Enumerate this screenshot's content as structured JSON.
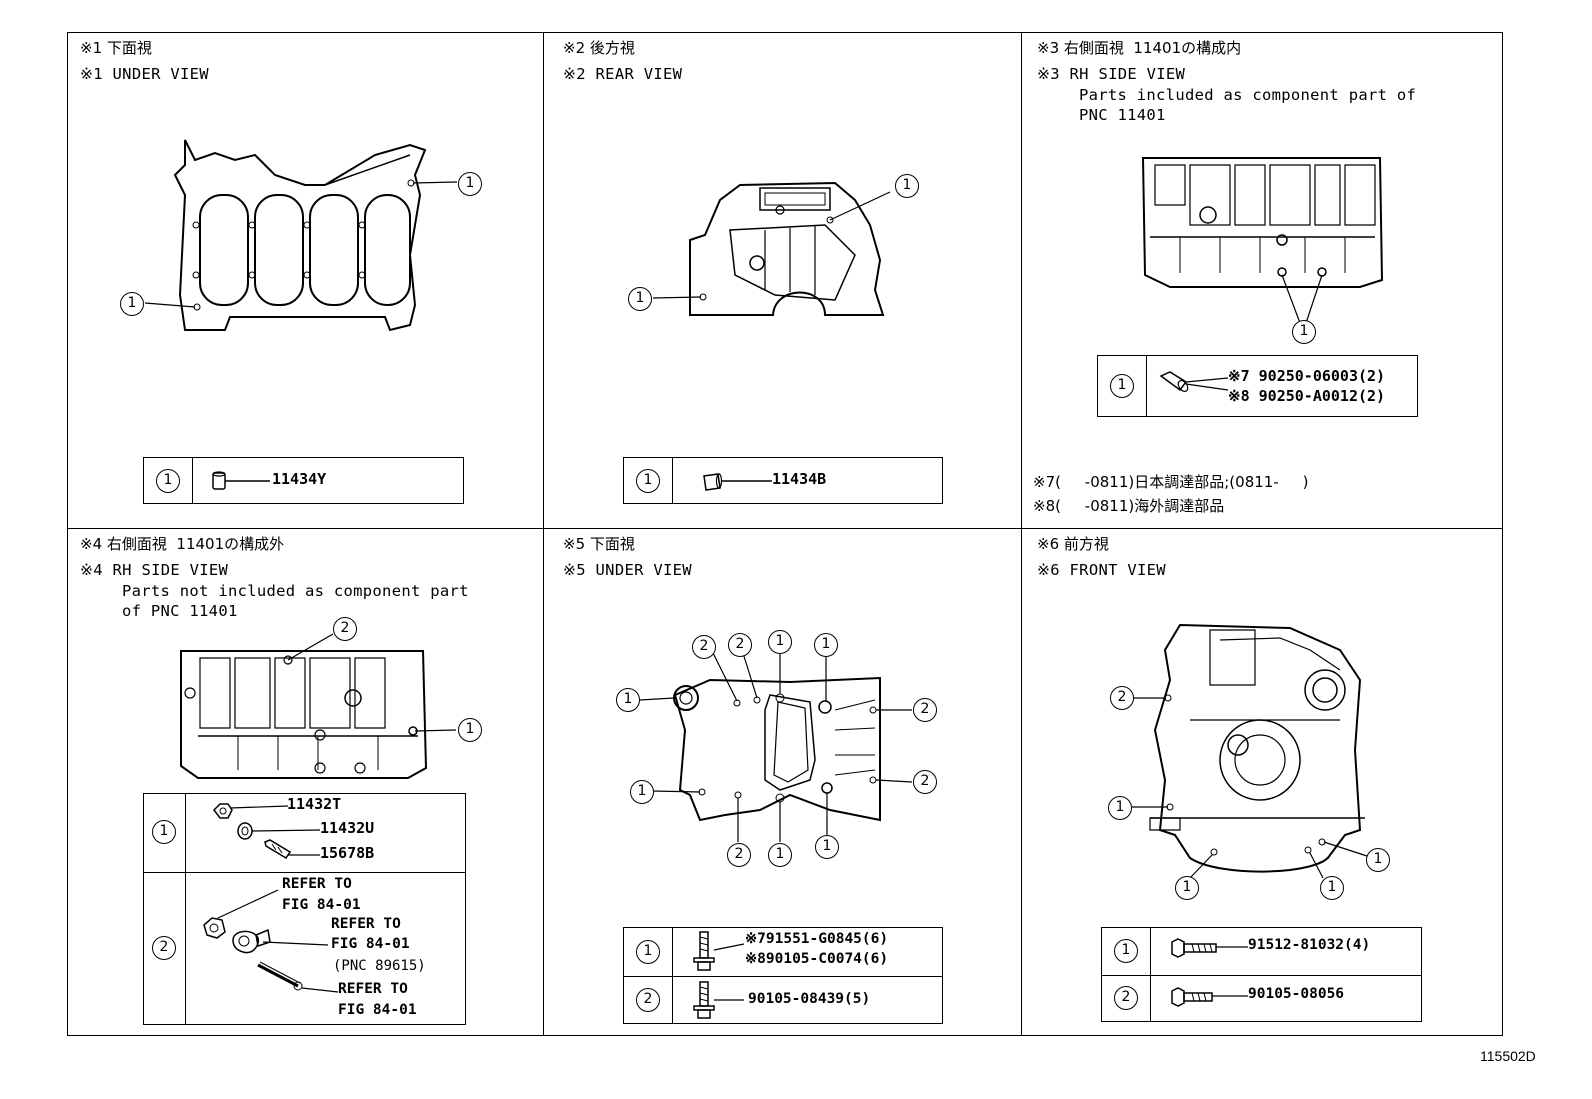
{
  "figure_code": "115502D",
  "callout_symbols": {
    "one": "1",
    "two": "2"
  },
  "panels": {
    "p1": {
      "title_jp": "※1 下面視",
      "title_en": "※1 UNDER VIEW",
      "part": "11434Y"
    },
    "p2": {
      "title_jp": "※2 後方視",
      "title_en": "※2 REAR VIEW",
      "part": "11434B"
    },
    "p3": {
      "title_jp": "※3 右側面視  11401の構成内",
      "title_en": "※3 RH SIDE VIEW",
      "desc1": "Parts included as component part of",
      "desc2": "PNC 11401",
      "part_a": "※7 90250-06003(2)",
      "part_b": "※8 90250-A0012(2)",
      "note7": "※7(     -0811)日本調達部品;(0811-     )",
      "note8": "※8(     -0811)海外調達部品"
    },
    "p4": {
      "title_jp": "※4 右側面視  11401の構成外",
      "title_en": "※4 RH SIDE VIEW",
      "desc1": "Parts not included as component part",
      "desc2": "of PNC 11401",
      "part_a": "11432T",
      "part_b": "11432U",
      "part_c": "15678B",
      "ref1a": "REFER TO",
      "ref1b": "FIG 84-01",
      "ref2a": "REFER TO",
      "ref2b": "FIG 84-01",
      "ref2c": "(PNC 89615)",
      "ref3a": "REFER TO",
      "ref3b": "FIG 84-01"
    },
    "p5": {
      "title_jp": "※5 下面視",
      "title_en": "※5 UNDER VIEW",
      "part_a": "※791551-G0845(6)",
      "part_b": "※890105-C0074(6)",
      "part_c": "90105-08439(5)"
    },
    "p6": {
      "title_jp": "※6 前方視",
      "title_en": "※6 FRONT VIEW",
      "part_a": "91512-81032(4)",
      "part_b": "90105-08056"
    }
  }
}
